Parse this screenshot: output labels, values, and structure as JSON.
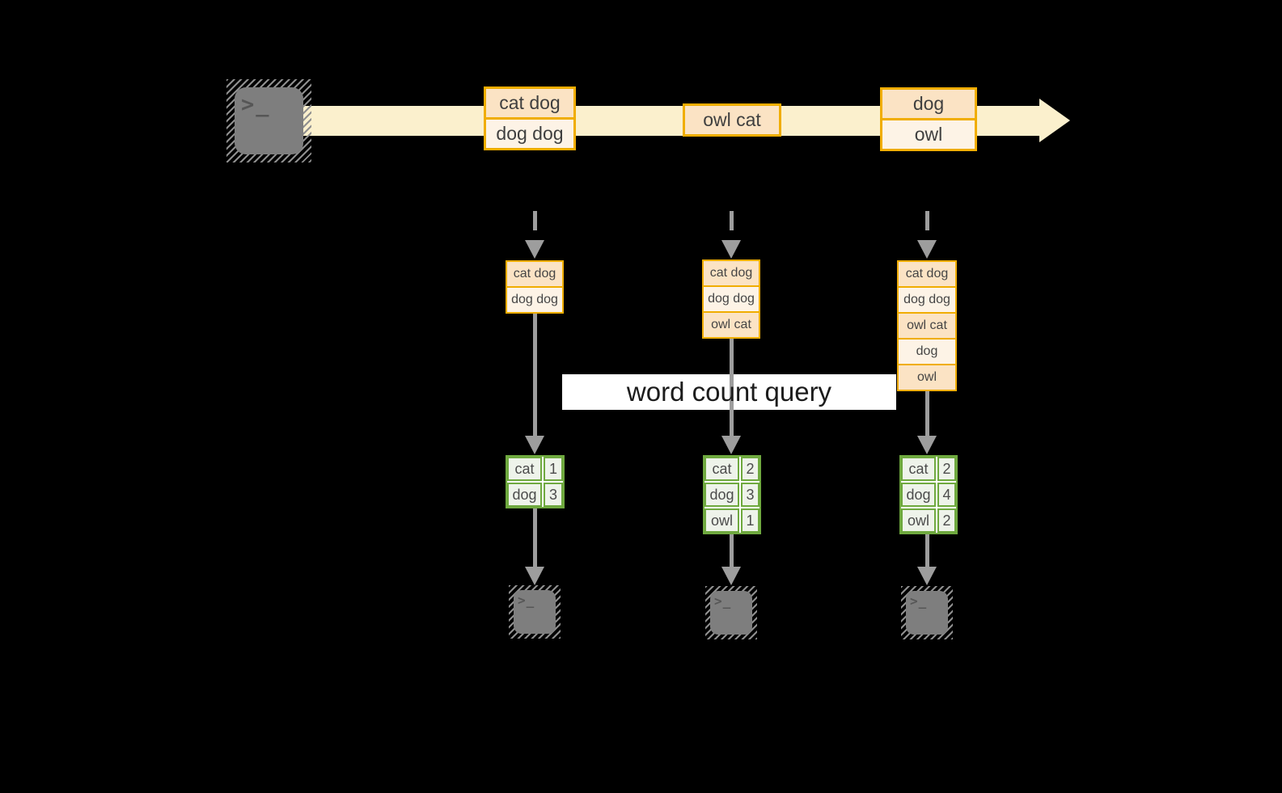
{
  "terminal_glyph": ">_",
  "query": {
    "label": "word count query"
  },
  "stream": {
    "batches": [
      {
        "lines": [
          "cat dog",
          "dog dog"
        ]
      },
      {
        "lines": [
          "owl cat"
        ]
      },
      {
        "lines": [
          "dog",
          "owl"
        ]
      }
    ]
  },
  "columns": [
    {
      "input": [
        "cat dog",
        "dog dog"
      ],
      "result": [
        {
          "word": "cat",
          "count": "1"
        },
        {
          "word": "dog",
          "count": "3"
        }
      ]
    },
    {
      "input": [
        "cat dog",
        "dog dog",
        "owl cat"
      ],
      "result": [
        {
          "word": "cat",
          "count": "2"
        },
        {
          "word": "dog",
          "count": "3"
        },
        {
          "word": "owl",
          "count": "1"
        }
      ]
    },
    {
      "input": [
        "cat dog",
        "dog dog",
        "owl cat",
        "dog",
        "owl"
      ],
      "result": [
        {
          "word": "cat",
          "count": "2"
        },
        {
          "word": "dog",
          "count": "4"
        },
        {
          "word": "owl",
          "count": "2"
        }
      ]
    }
  ],
  "colors": {
    "background": "#000000",
    "band": "#fbf0cd",
    "amber_border": "#f0ad00",
    "cell_peach": "#fbe3c4",
    "cell_cream": "#fdf3e6",
    "green_border": "#6fa93f",
    "green_fill": "#eef3ea",
    "arrow_gray": "#9d9d9d",
    "terminal_gray": "#7e7e7e",
    "query_box": "#ffffff"
  }
}
